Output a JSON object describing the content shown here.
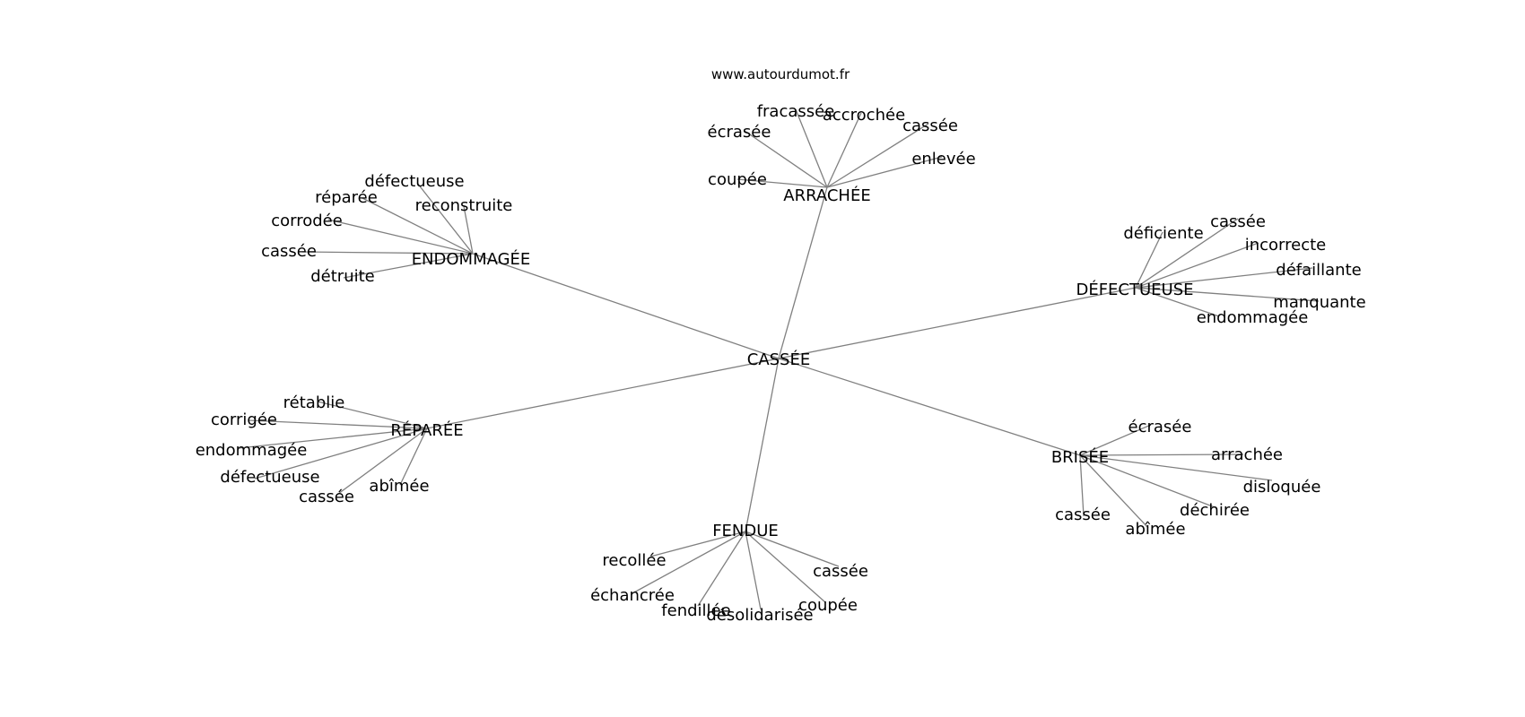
{
  "site": "www.autourdumot.fr",
  "root": "CASSÉE",
  "clusters": [
    {
      "id": "arrachee",
      "label": "ARRACHÉE",
      "leaves": [
        "fracassée",
        "accrochée",
        "cassée",
        "écrasée",
        "enlevée",
        "coupée"
      ]
    },
    {
      "id": "endommagee",
      "label": "ENDOMMAGÉE",
      "leaves": [
        "défectueuse",
        "réparée",
        "reconstruite",
        "corrodée",
        "cassée",
        "détruite"
      ]
    },
    {
      "id": "defectueuse",
      "label": "DÉFECTUEUSE",
      "leaves": [
        "cassée",
        "déficiente",
        "incorrecte",
        "défaillante",
        "manquante",
        "endommagée"
      ]
    },
    {
      "id": "reparee",
      "label": "RÉPARÉE",
      "leaves": [
        "rétablie",
        "corrigée",
        "endommagée",
        "défectueuse",
        "cassée",
        "abîmée"
      ]
    },
    {
      "id": "brisee",
      "label": "BRISÉE",
      "leaves": [
        "écrasée",
        "arrachée",
        "disloquée",
        "déchirée",
        "cassée",
        "abîmée"
      ]
    },
    {
      "id": "fendue",
      "label": "FENDUE",
      "leaves": [
        "recollée",
        "cassée",
        "échancrée",
        "fendillée",
        "désolidarisée",
        "coupée"
      ]
    }
  ]
}
